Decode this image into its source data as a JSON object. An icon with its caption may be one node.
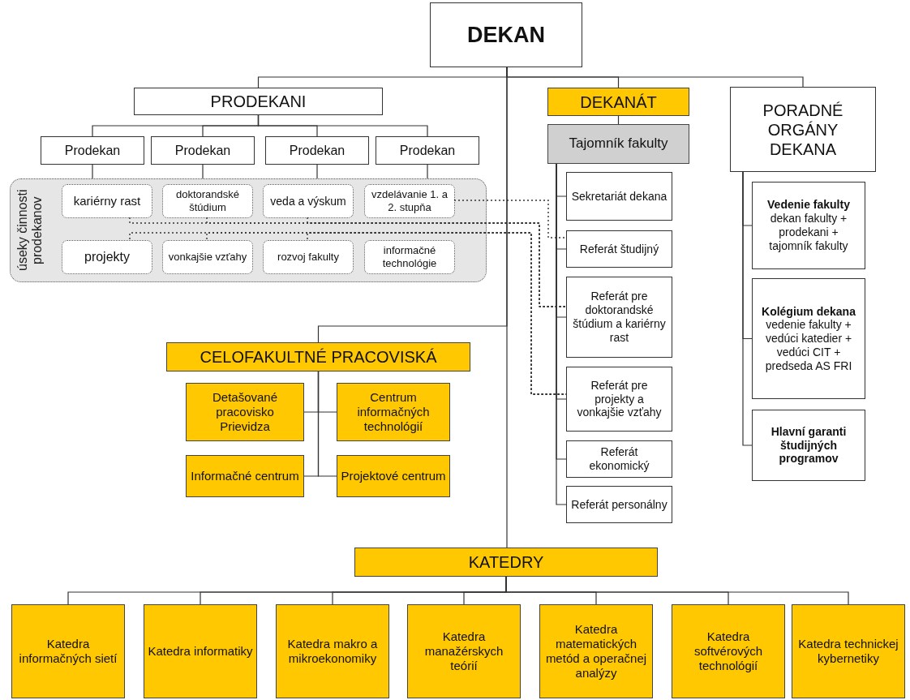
{
  "diagram": {
    "nodes": [
      {
        "text": [
          "DEKAN"
        ]
      },
      {
        "text": [
          "PRODEKANI"
        ]
      },
      {
        "text": [
          "Prodekan"
        ]
      },
      {
        "text": [
          "Prodekan"
        ]
      },
      {
        "text": [
          "Prodekan"
        ]
      },
      {
        "text": [
          "Prodekan"
        ]
      },
      {
        "text": [
          "úseky činnosti prodekanov"
        ]
      },
      {
        "text": [
          "kariérny rast"
        ],
        "in": 6
      },
      {
        "text": [
          "doktorandské štúdium"
        ],
        "in": 6
      },
      {
        "text": [
          "veda a výskum"
        ],
        "in": 6
      },
      {
        "text": [
          "vzdelávanie 1. a 2. stupňa"
        ],
        "in": 6
      },
      {
        "text": [
          "projekty"
        ],
        "in": 6
      },
      {
        "text": [
          "vonkajšie vzťahy"
        ],
        "in": 6
      },
      {
        "text": [
          "rozvoj fakulty"
        ],
        "in": 6
      },
      {
        "text": [
          "informačné technológie"
        ],
        "in": 6
      },
      {
        "text": [
          "DEKANÁT"
        ]
      },
      {
        "text": [
          "Tajomník fakulty"
        ]
      },
      {
        "text": [
          "Sekretariát dekana"
        ]
      },
      {
        "text": [
          "Referát študijný"
        ]
      },
      {
        "text": [
          "Referát pre doktorandské štúdium a kariérny rast"
        ]
      },
      {
        "text": [
          "Referát pre projekty a vonkajšie vzťahy"
        ]
      },
      {
        "text": [
          "Referát ekonomický"
        ]
      },
      {
        "text": [
          "Referát personálny"
        ]
      },
      {
        "text": [
          "PORADNÉ ORGÁNY DEKANA"
        ]
      },
      {
        "text": [
          "Vedenie fakulty",
          "dekan fakulty + prodekani + tajomník fakulty"
        ]
      },
      {
        "text": [
          "Kolégium dekana",
          "vedenie fakulty + vedúci katedier + vedúci CIT + predseda AS FRI"
        ]
      },
      {
        "text": [
          "Hlavní garanti študijných programov"
        ]
      },
      {
        "text": [
          "CELOFAKULTNÉ PRACOVISKÁ"
        ]
      },
      {
        "text": [
          "Detašované pracovisko Prievidza"
        ]
      },
      {
        "text": [
          "Centrum informačných technológií"
        ]
      },
      {
        "text": [
          "Informačné centrum"
        ]
      },
      {
        "text": [
          "Projektové centrum"
        ]
      },
      {
        "text": [
          "KATEDRY"
        ]
      },
      {
        "text": [
          "Katedra informačných sietí"
        ]
      },
      {
        "text": [
          "Katedra informatiky"
        ]
      },
      {
        "text": [
          "Katedra makro a mikroekonomiky"
        ]
      },
      {
        "text": [
          "Katedra manažérskych teórií"
        ]
      },
      {
        "text": [
          "Katedra matematických metód a operačnej analýzy"
        ]
      },
      {
        "text": [
          "Katedra softvérových technológií"
        ]
      },
      {
        "text": [
          "Katedra technickej kybernetiky"
        ]
      }
    ],
    "edges": [
      {
        "from": 0,
        "to": 1,
        "arrow": "none"
      },
      {
        "from": 0,
        "to": 15,
        "arrow": "none"
      },
      {
        "from": 0,
        "to": 23,
        "arrow": "none"
      },
      {
        "from": 0,
        "to": 27,
        "arrow": "none"
      },
      {
        "from": 0,
        "to": 32,
        "arrow": "none"
      },
      {
        "from": 1,
        "to": 2,
        "arrow": "none"
      },
      {
        "from": 1,
        "to": 3,
        "arrow": "none"
      },
      {
        "from": 1,
        "to": 4,
        "arrow": "none"
      },
      {
        "from": 1,
        "to": 5,
        "arrow": "none"
      },
      {
        "from": 2,
        "to": 6,
        "arrow": "none"
      },
      {
        "from": 3,
        "to": 6,
        "arrow": "none"
      },
      {
        "from": 4,
        "to": 6,
        "arrow": "none"
      },
      {
        "from": 5,
        "to": 6,
        "arrow": "none"
      },
      {
        "from": 15,
        "to": 16,
        "arrow": "none"
      },
      {
        "from": 16,
        "to": 17,
        "arrow": "none"
      },
      {
        "from": 16,
        "to": 18,
        "arrow": "none"
      },
      {
        "from": 16,
        "to": 19,
        "arrow": "none"
      },
      {
        "from": 16,
        "to": 20,
        "arrow": "none"
      },
      {
        "from": 16,
        "to": 21,
        "arrow": "none"
      },
      {
        "from": 16,
        "to": 22,
        "arrow": "none"
      },
      {
        "from": 23,
        "to": 24,
        "arrow": "none"
      },
      {
        "from": 23,
        "to": 25,
        "arrow": "none"
      },
      {
        "from": 23,
        "to": 26,
        "arrow": "none"
      },
      {
        "from": 27,
        "to": 28,
        "arrow": "none"
      },
      {
        "from": 27,
        "to": 29,
        "arrow": "none"
      },
      {
        "from": 27,
        "to": 30,
        "arrow": "none"
      },
      {
        "from": 27,
        "to": 31,
        "arrow": "none"
      },
      {
        "from": 32,
        "to": 33,
        "arrow": "none"
      },
      {
        "from": 32,
        "to": 34,
        "arrow": "none"
      },
      {
        "from": 32,
        "to": 35,
        "arrow": "none"
      },
      {
        "from": 32,
        "to": 36,
        "arrow": "none"
      },
      {
        "from": 32,
        "to": 37,
        "arrow": "none"
      },
      {
        "from": 32,
        "to": 38,
        "arrow": "none"
      },
      {
        "from": 32,
        "to": 39,
        "arrow": "none"
      },
      {
        "from": 10,
        "to": 18,
        "arrow": "none",
        "style": "dashed"
      },
      {
        "from": 7,
        "to": 19,
        "arrow": "none",
        "style": "dashed"
      },
      {
        "from": 8,
        "to": 19,
        "arrow": "none",
        "style": "dashed"
      },
      {
        "from": 9,
        "to": 19,
        "arrow": "none",
        "style": "dashed"
      },
      {
        "from": 11,
        "to": 20,
        "arrow": "none",
        "style": "dashed"
      },
      {
        "from": 12,
        "to": 20,
        "arrow": "none",
        "style": "dashed"
      },
      {
        "from": 13,
        "to": 20,
        "arrow": "none",
        "style": "dashed"
      }
    ]
  }
}
